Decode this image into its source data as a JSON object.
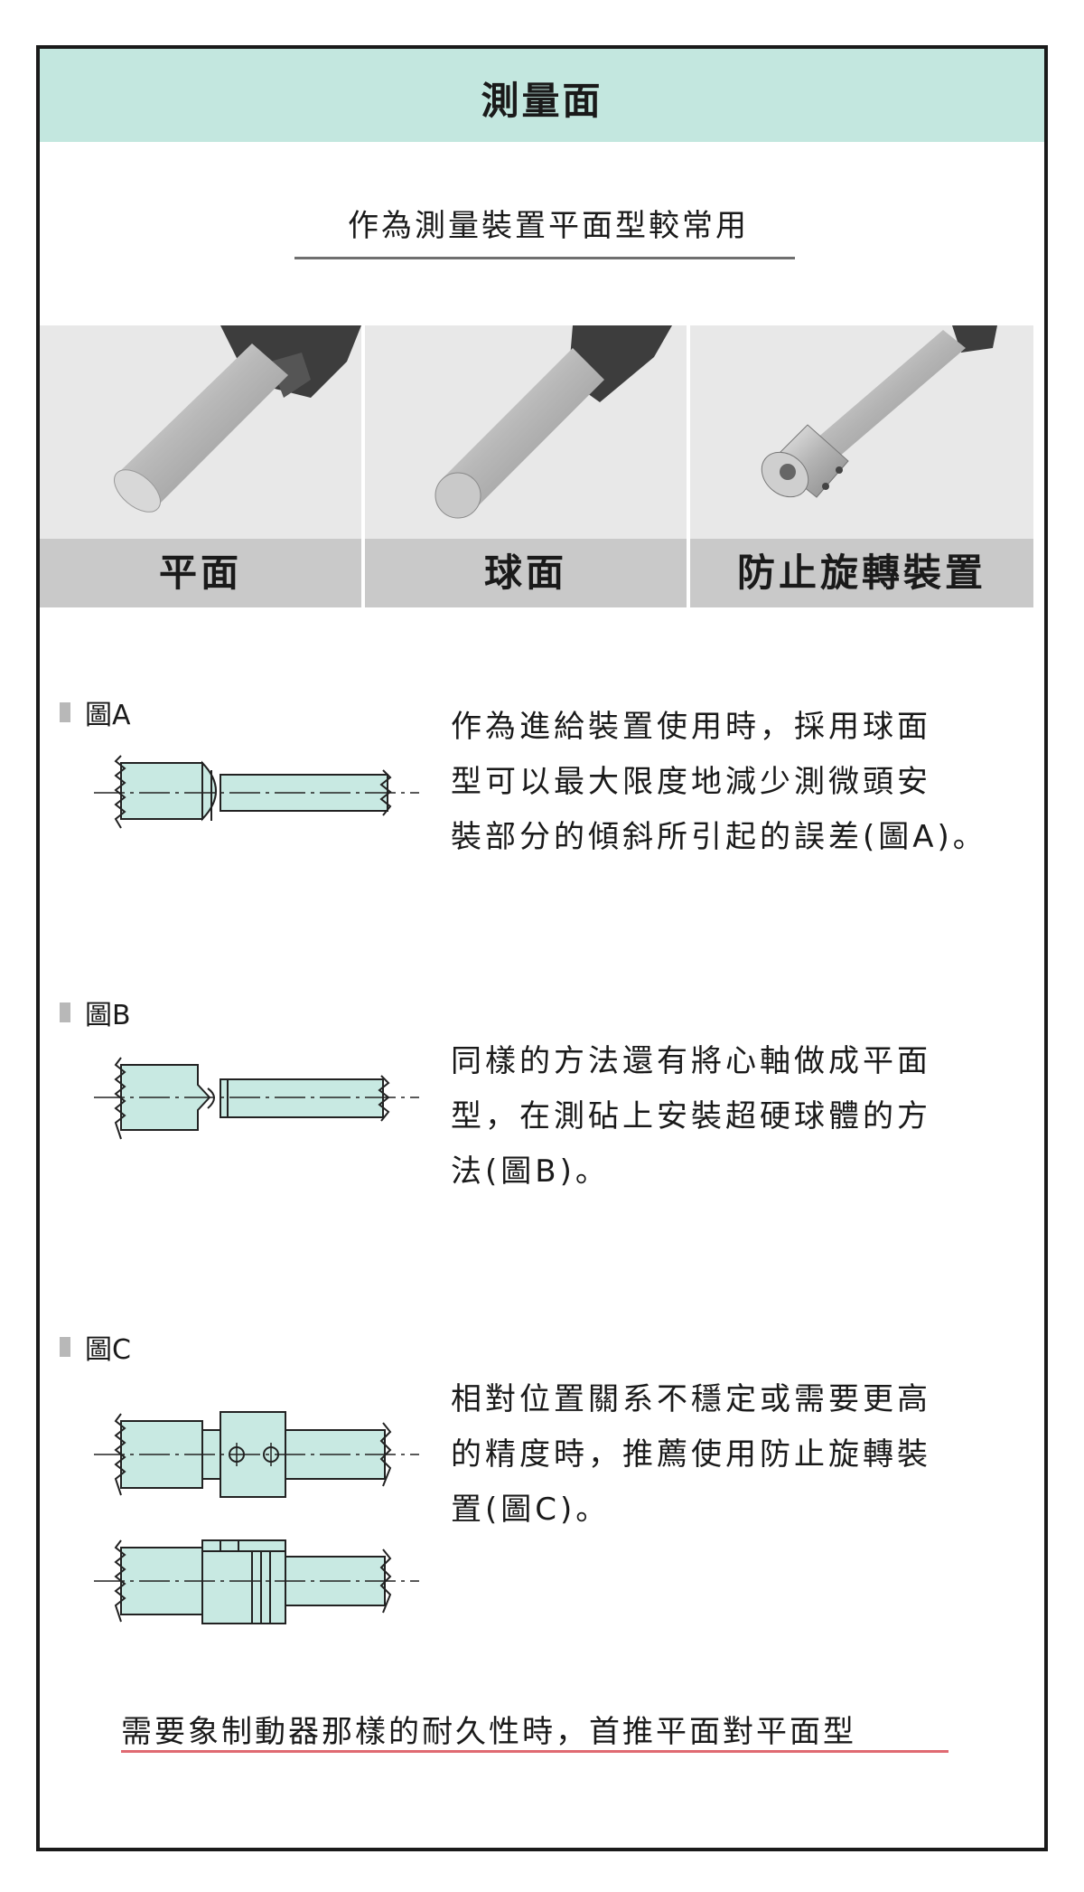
{
  "header": {
    "title": "測量面"
  },
  "subtitle": "作為測量裝置平面型較常用",
  "photos": [
    {
      "label": "平面",
      "icon": "flat-anvil-photo"
    },
    {
      "label": "球面",
      "icon": "spherical-anvil-photo"
    },
    {
      "label": "防止旋轉裝置",
      "icon": "anti-rotation-device-photo"
    }
  ],
  "figures": [
    {
      "label": "圖A",
      "lines": [
        "作為進給裝置使用時，採用球面",
        "型可以最大限度地減少測微頭安",
        "裝部分的傾斜所引起的誤差(圖A)。"
      ]
    },
    {
      "label": "圖B",
      "lines": [
        "同樣的方法還有將心軸做成平面",
        "型，在測砧上安裝超硬球體的方",
        "法(圖B)。"
      ]
    },
    {
      "label": "圖C",
      "lines": [
        "相對位置關系不穩定或需要更高",
        "的精度時，推薦使用防止旋轉裝",
        "置(圖C)。"
      ]
    }
  ],
  "footer": {
    "text": "需要象制動器那樣的耐久性時，首推平面對平面型"
  },
  "colors": {
    "header_bg": "#c3e7df",
    "diagram_fill": "#c8e9e2",
    "label_bar": "#c9c9c9",
    "footer_rule": "#e06a72"
  }
}
